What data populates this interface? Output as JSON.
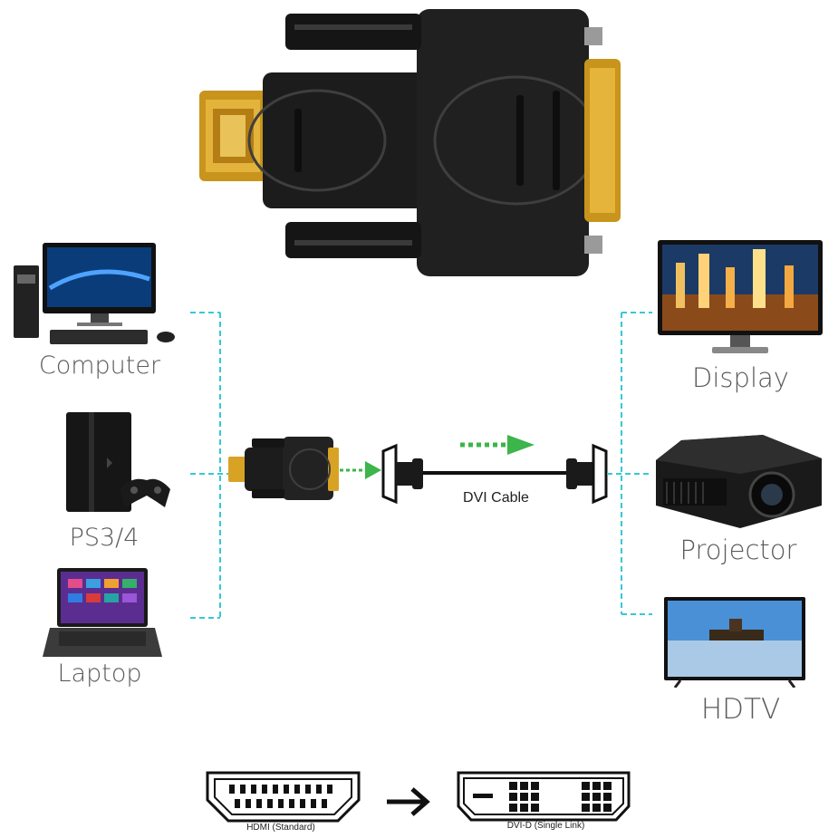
{
  "sources": {
    "computer_label": "Computer",
    "ps_label": "PS3/4",
    "laptop_label": "Laptop"
  },
  "destinations": {
    "display_label": "Display",
    "projector_label": "Projector",
    "hdtv_label": "HDTV"
  },
  "cable": {
    "label": "DVI Cable"
  },
  "ports": {
    "hdmi_label": "HDMI (Standard)",
    "dvi_label": "DVI-D (Single Link)"
  },
  "colors": {
    "dashed_line": "#35c9d6",
    "arrow_green": "#3cb54a",
    "adapter_body": "#1c1c1c",
    "gold": "#d8a325"
  }
}
